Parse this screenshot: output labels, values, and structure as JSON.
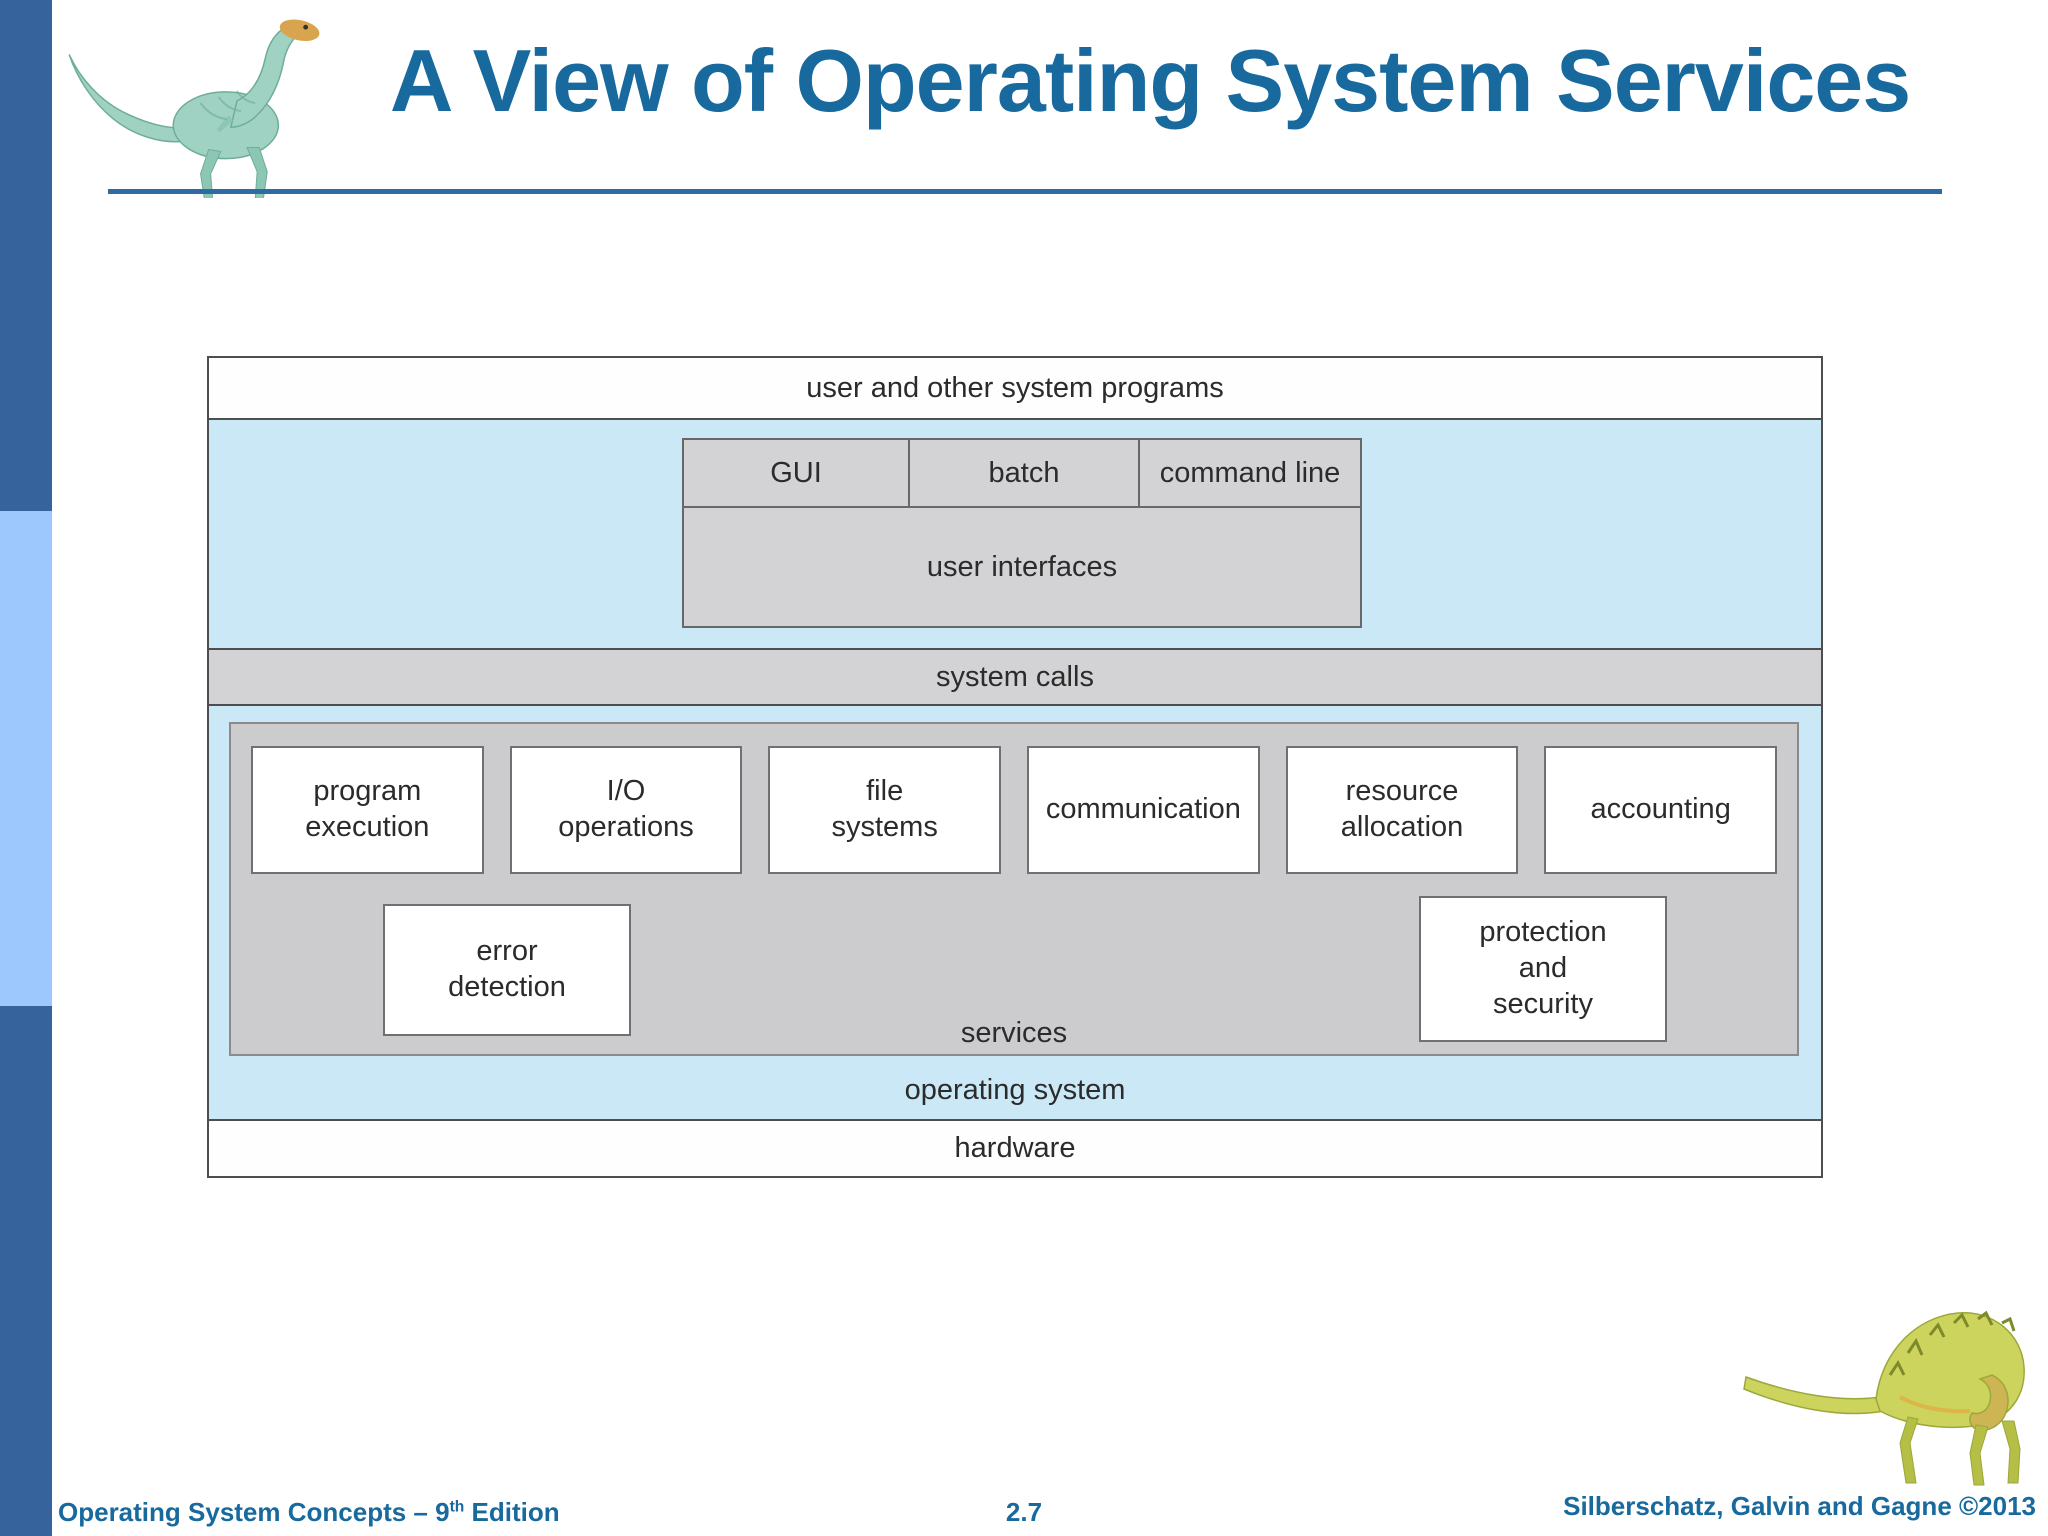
{
  "slide_title": "A View of Operating System Services",
  "diagram": {
    "user_programs_label": "user and other system programs",
    "ui_box": {
      "cells": [
        "GUI",
        "batch",
        "command line"
      ],
      "label": "user interfaces"
    },
    "system_calls_label": "system calls",
    "services": {
      "row1": [
        "program\nexecution",
        "I/O\noperations",
        "file\nsystems",
        "communication",
        "resource\nallocation",
        "accounting"
      ],
      "error_detection": "error\ndetection",
      "protection": "protection\nand\nsecurity",
      "label": "services"
    },
    "operating_system_label": "operating system",
    "hardware_label": "hardware"
  },
  "footer": {
    "left_pre": "Operating System Concepts – 9",
    "left_sup": "th",
    "left_post": " Edition",
    "page": "2.7",
    "right": "Silberschatz, Galvin and Gagne ©2013"
  },
  "colors": {
    "title_blue": "#17699e",
    "sidebar_dark": "#36639b",
    "sidebar_light": "#9cc8fe",
    "diagram_blue_band": "#cbe8f6",
    "diagram_gray": "#d3d3d5",
    "rule_blue": "#2e6ba3"
  },
  "icons": {
    "top_left": "dinosaur-logo",
    "bottom_right": "dinosaur-logo"
  }
}
